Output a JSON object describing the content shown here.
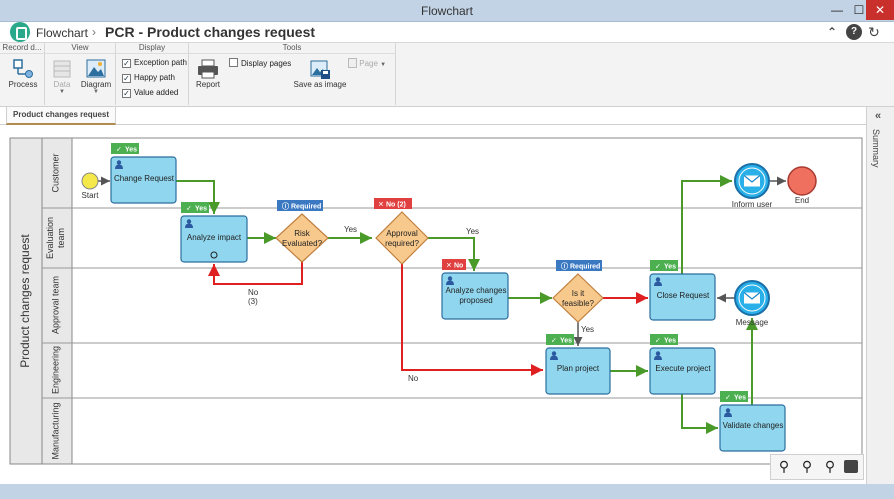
{
  "window": {
    "title": "Flowchart"
  },
  "header": {
    "app_name": "Flowchart",
    "separator": "›",
    "title": "PCR - Product changes request"
  },
  "ribbon": {
    "groups": {
      "record": "Record d...",
      "view": "View",
      "display": "Display",
      "tools": "Tools"
    },
    "process": "Process",
    "data": "Data",
    "diagram": "Diagram",
    "checks": {
      "exception": "Exception path",
      "happy": "Happy path",
      "value": "Value added",
      "display_pages": "Display pages"
    },
    "report": "Report",
    "save_image": "Save as image",
    "page": "Page"
  },
  "tab": {
    "label": "Product changes request"
  },
  "summary": {
    "label": "Summary"
  },
  "diagram": {
    "pool": "Product changes request",
    "lanes": [
      "Customer",
      "Evaluation team",
      "Approval team",
      "Engineering",
      "Manufacturing"
    ],
    "events": {
      "start": "Start",
      "inform": "Inform user",
      "end": "End",
      "message": "Message"
    },
    "tasks": {
      "change": "Change Request",
      "analyze": "Analyze impact",
      "analyze_proposed": "Analyze changes proposed",
      "close": "Close Request",
      "plan": "Plan project",
      "execute": "Execute project",
      "validate": "Validate changes"
    },
    "gateways": {
      "risk": "Risk Evaluated?",
      "approval": "Approval required?",
      "feasible": "Is it feasible?"
    },
    "badges": {
      "yes": "Yes",
      "required": "Required",
      "no2": "No (2)",
      "no": "No"
    },
    "flow": {
      "yes": "Yes",
      "no": "No",
      "no3a": "No",
      "no3b": "(3)"
    }
  },
  "colors": {
    "task_fill": "#8fd6ee",
    "task_border": "#2c6e9e",
    "gateway": "#f7c98c",
    "exception": "#e02020",
    "happy": "#4a9a2a",
    "neutral": "#555555"
  }
}
